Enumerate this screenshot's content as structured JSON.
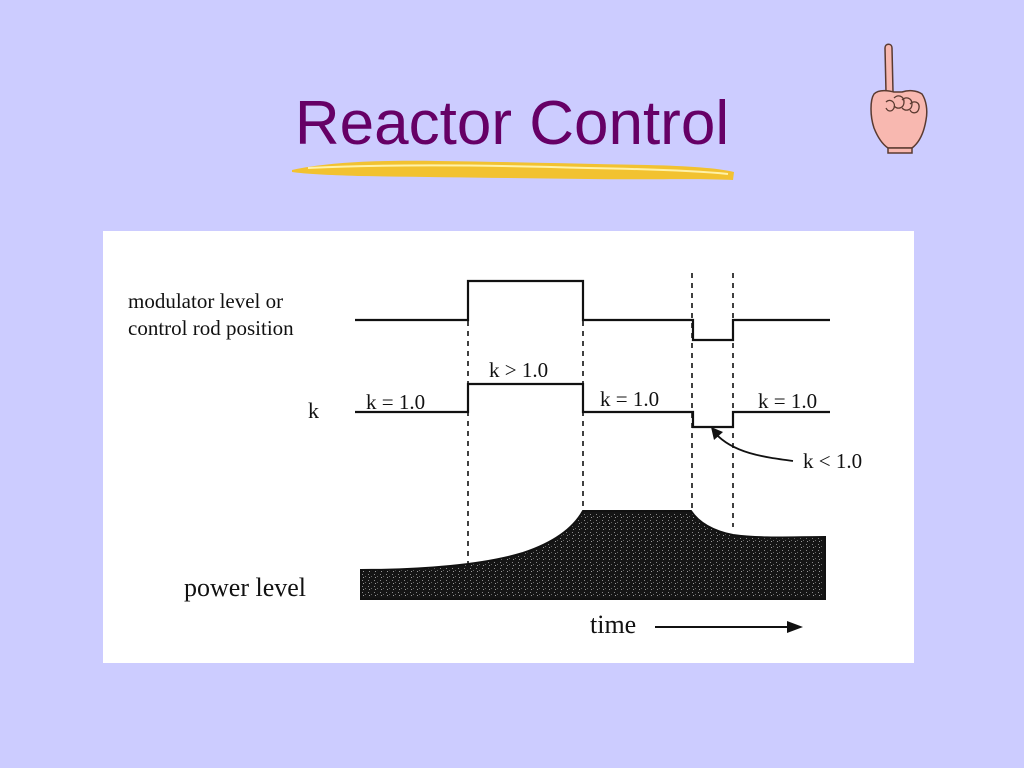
{
  "title": "Reactor Control",
  "colors": {
    "background": "#CCCCFF",
    "title": "#660066",
    "underline": "#F2C230",
    "hand": "#F8B8B0"
  },
  "icons": {
    "decoration": "pointing-hand-icon"
  },
  "diagram": {
    "labels": {
      "modulator_line1": "modulator level or",
      "modulator_line2": "control rod position",
      "k_axis": "k",
      "k_eq_1": "k = 1.0",
      "k_gt_1": "k > 1.0",
      "k_lt_1": "k < 1.0",
      "power_level": "power level",
      "time": "time"
    }
  }
}
